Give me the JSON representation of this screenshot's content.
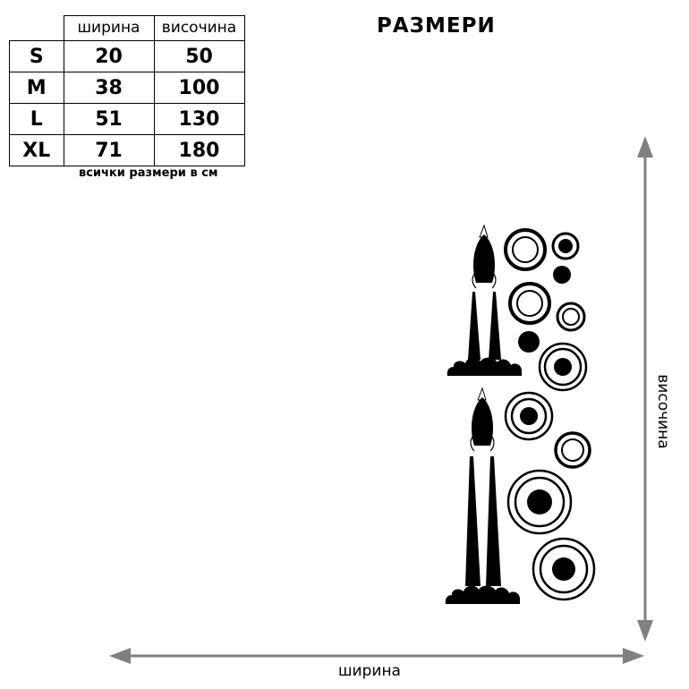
{
  "title": "РАЗМЕРИ",
  "table": {
    "headers": [
      "ширина",
      "височина"
    ],
    "rows": [
      {
        "size": "S",
        "width": "20",
        "height": "50"
      },
      {
        "size": "M",
        "width": "38",
        "height": "100"
      },
      {
        "size": "L",
        "width": "51",
        "height": "130"
      },
      {
        "size": "XL",
        "width": "71",
        "height": "180"
      }
    ],
    "note": "всички размери в см"
  },
  "dimension_labels": {
    "width": "ширина",
    "height": "височина"
  },
  "colors": {
    "arrow": "#808080",
    "ink": "#000000"
  }
}
